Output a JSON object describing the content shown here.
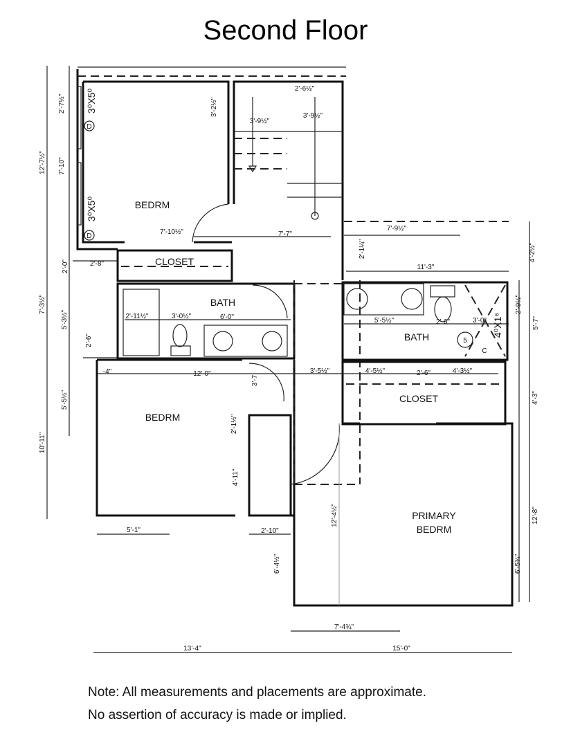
{
  "title": "Second Floor",
  "note": {
    "line1": "Note: All measurements and placements are approximate.",
    "line2": "No assertion of accuracy is made or implied."
  },
  "rooms": {
    "bedrm_top": "BEDRM",
    "closet_top": "CLOSET",
    "bath_left": "BATH",
    "bath_right": "BATH",
    "closet_right": "CLOSET",
    "bedrm_left": "BEDRM",
    "primary_1": "PRIMARY",
    "primary_2": "BEDRM"
  },
  "windows": {
    "w1": "3⁰X5⁰",
    "w2": "3⁰X5⁰",
    "w_tag": "D",
    "shower": "4⁰X1⁶",
    "shower_tag": "5",
    "c_tag": "C"
  },
  "dims": {
    "d1": "2'-7½\"",
    "d2": "12'-7½\"",
    "d3": "7'-10\"",
    "d4": "3'-2½\"",
    "d5": "2'-6½\"",
    "d6": "3'-9½\"",
    "d7": "3'-9½\"",
    "d8": "7'-10½\"",
    "d9": "7'-7\"",
    "d10": "2'-0\"",
    "d11": "2'-8\"",
    "d12": "7'-9½\"",
    "d13": "4'-2½\"",
    "d14": "2'-1¼\"",
    "d15": "11'-3\"",
    "d16": "7'-3½\"",
    "d17": "5'-3½\"",
    "d18": "2'-11½\"",
    "d19": "3'-0½\"",
    "d20": "6'-0\"",
    "d21": "2'-6\"",
    "d22": "5'-5½\"",
    "d23": "2'-6\"",
    "d24": "3'-0\"",
    "d25": "2'-9½\"",
    "d26": "5'-7\"",
    "d27": "-4\"",
    "d28": "12'-0\"",
    "d29": "3'-7",
    "d30": "3'-5½\"",
    "d31": "4'-5½\"",
    "d32": "2'-6\"",
    "d33": "4'-3½\"",
    "d34": "5'-5½\"",
    "d35": "4'-3\"",
    "d36": "2'-1½\"",
    "d37": "10'-11\"",
    "d38": "4'-11\"",
    "d39": "12'-4½\"",
    "d40": "12'-8\"",
    "d41": "5'-1\"",
    "d42": "2'-10\"",
    "d43": "6'-4½\"",
    "d44": "6'-5¾\"",
    "d45": "7'-4¾\"",
    "d46": "13'-4\"",
    "d47": "15'-0\""
  }
}
